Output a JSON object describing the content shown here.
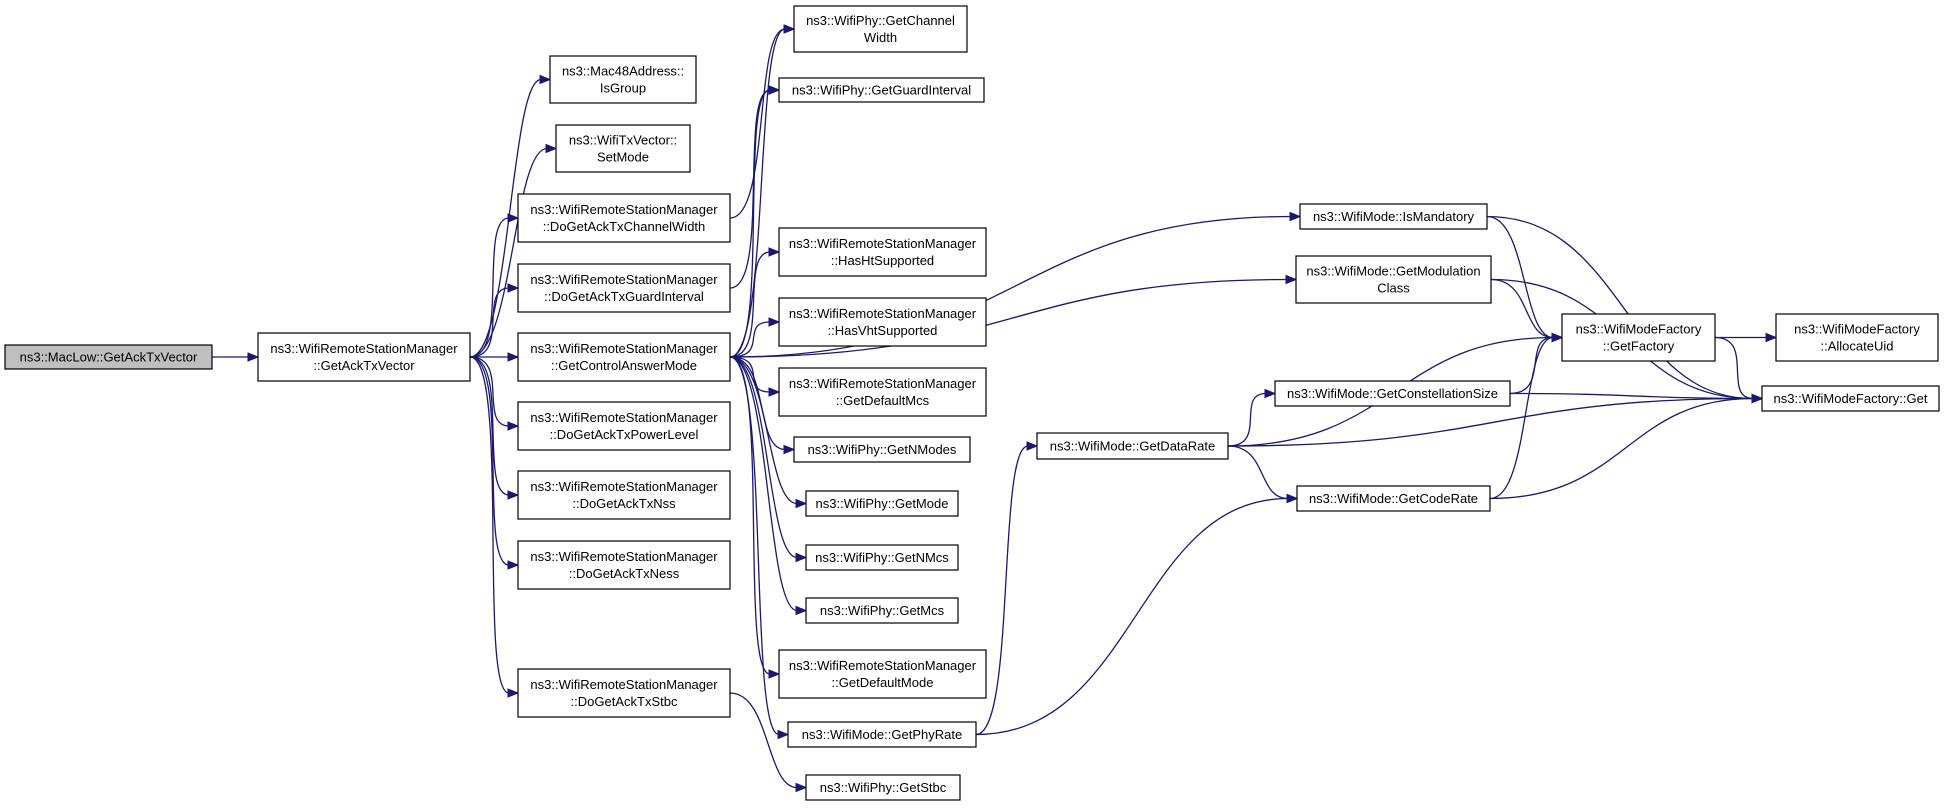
{
  "nodes": [
    {
      "id": "n0",
      "lines": [
        "ns3::MacLow::GetAckTxVector"
      ],
      "root": true
    },
    {
      "id": "n1",
      "lines": [
        "ns3::WifiRemoteStationManager",
        "::GetAckTxVector"
      ]
    },
    {
      "id": "n2",
      "lines": [
        "ns3::Mac48Address::",
        "IsGroup"
      ]
    },
    {
      "id": "n3",
      "lines": [
        "ns3::WifiTxVector::",
        "SetMode"
      ]
    },
    {
      "id": "n4",
      "lines": [
        "ns3::WifiRemoteStationManager",
        "::DoGetAckTxChannelWidth"
      ]
    },
    {
      "id": "n5",
      "lines": [
        "ns3::WifiRemoteStationManager",
        "::DoGetAckTxGuardInterval"
      ]
    },
    {
      "id": "n6",
      "lines": [
        "ns3::WifiRemoteStationManager",
        "::GetControlAnswerMode"
      ]
    },
    {
      "id": "n7",
      "lines": [
        "ns3::WifiRemoteStationManager",
        "::DoGetAckTxPowerLevel"
      ]
    },
    {
      "id": "n8",
      "lines": [
        "ns3::WifiRemoteStationManager",
        "::DoGetAckTxNss"
      ]
    },
    {
      "id": "n9",
      "lines": [
        "ns3::WifiRemoteStationManager",
        "::DoGetAckTxNess"
      ]
    },
    {
      "id": "n10",
      "lines": [
        "ns3::WifiRemoteStationManager",
        "::DoGetAckTxStbc"
      ]
    },
    {
      "id": "n11",
      "lines": [
        "ns3::WifiPhy::GetChannel",
        "Width"
      ]
    },
    {
      "id": "n12",
      "lines": [
        "ns3::WifiPhy::GetGuardInterval"
      ]
    },
    {
      "id": "n13",
      "lines": [
        "ns3::WifiRemoteStationManager",
        "::HasHtSupported"
      ]
    },
    {
      "id": "n14",
      "lines": [
        "ns3::WifiRemoteStationManager",
        "::HasVhtSupported"
      ]
    },
    {
      "id": "n15",
      "lines": [
        "ns3::WifiRemoteStationManager",
        "::GetDefaultMcs"
      ]
    },
    {
      "id": "n16",
      "lines": [
        "ns3::WifiPhy::GetNModes"
      ]
    },
    {
      "id": "n17",
      "lines": [
        "ns3::WifiPhy::GetMode"
      ]
    },
    {
      "id": "n18",
      "lines": [
        "ns3::WifiPhy::GetNMcs"
      ]
    },
    {
      "id": "n19",
      "lines": [
        "ns3::WifiPhy::GetMcs"
      ]
    },
    {
      "id": "n20",
      "lines": [
        "ns3::WifiRemoteStationManager",
        "::GetDefaultMode"
      ]
    },
    {
      "id": "n21",
      "lines": [
        "ns3::WifiMode::GetPhyRate"
      ]
    },
    {
      "id": "n22",
      "lines": [
        "ns3::WifiPhy::GetStbc"
      ]
    },
    {
      "id": "n23",
      "lines": [
        "ns3::WifiMode::IsMandatory"
      ]
    },
    {
      "id": "n24",
      "lines": [
        "ns3::WifiMode::GetModulation",
        "Class"
      ]
    },
    {
      "id": "n25",
      "lines": [
        "ns3::WifiMode::GetDataRate"
      ]
    },
    {
      "id": "n26",
      "lines": [
        "ns3::WifiMode::GetConstellationSize"
      ]
    },
    {
      "id": "n27",
      "lines": [
        "ns3::WifiMode::GetCodeRate"
      ]
    },
    {
      "id": "n28",
      "lines": [
        "ns3::WifiModeFactory",
        "::GetFactory"
      ]
    },
    {
      "id": "n29",
      "lines": [
        "ns3::WifiModeFactory",
        "::AllocateUid"
      ]
    },
    {
      "id": "n30",
      "lines": [
        "ns3::WifiModeFactory::Get"
      ]
    }
  ],
  "edges": [
    [
      "n0",
      "n1"
    ],
    [
      "n1",
      "n2"
    ],
    [
      "n1",
      "n3"
    ],
    [
      "n1",
      "n4"
    ],
    [
      "n1",
      "n5"
    ],
    [
      "n1",
      "n6"
    ],
    [
      "n1",
      "n7"
    ],
    [
      "n1",
      "n8"
    ],
    [
      "n1",
      "n9"
    ],
    [
      "n1",
      "n10"
    ],
    [
      "n4",
      "n11"
    ],
    [
      "n5",
      "n12"
    ],
    [
      "n6",
      "n11"
    ],
    [
      "n6",
      "n12"
    ],
    [
      "n6",
      "n23"
    ],
    [
      "n6",
      "n24"
    ],
    [
      "n6",
      "n13"
    ],
    [
      "n6",
      "n14"
    ],
    [
      "n6",
      "n15"
    ],
    [
      "n6",
      "n16"
    ],
    [
      "n6",
      "n17"
    ],
    [
      "n6",
      "n18"
    ],
    [
      "n6",
      "n19"
    ],
    [
      "n6",
      "n20"
    ],
    [
      "n6",
      "n21"
    ],
    [
      "n10",
      "n22"
    ],
    [
      "n21",
      "n25"
    ],
    [
      "n21",
      "n27"
    ],
    [
      "n23",
      "n28"
    ],
    [
      "n23",
      "n30"
    ],
    [
      "n24",
      "n28"
    ],
    [
      "n24",
      "n30"
    ],
    [
      "n25",
      "n28"
    ],
    [
      "n25",
      "n26"
    ],
    [
      "n25",
      "n27"
    ],
    [
      "n25",
      "n30"
    ],
    [
      "n26",
      "n28"
    ],
    [
      "n26",
      "n30"
    ],
    [
      "n27",
      "n28"
    ],
    [
      "n27",
      "n30"
    ],
    [
      "n28",
      "n29"
    ],
    [
      "n28",
      "n30"
    ]
  ]
}
